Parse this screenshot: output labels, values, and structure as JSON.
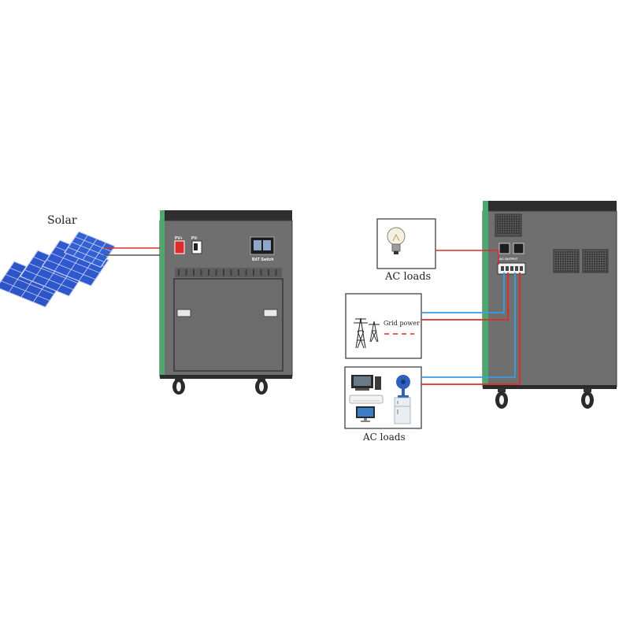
{
  "labels": {
    "solar": "Solar",
    "ac_loads_top": "AC loads",
    "grid_power": "Grid power",
    "ac_loads_bottom": "AC loads"
  },
  "panel_labels": {
    "pv_plus": "PV+",
    "pv_minus": "PV-",
    "bat_switch": "BAT Switch",
    "ac_output": "AC OUTPUT"
  },
  "colors": {
    "cabinet": "#6f6f6f",
    "cabinet_dark": "#2e2e2e",
    "accent_green": "#4ca86d",
    "wire_red": "#e02a2a",
    "wire_blue": "#3a9ee0",
    "solar_blue": "#2e55c8"
  }
}
